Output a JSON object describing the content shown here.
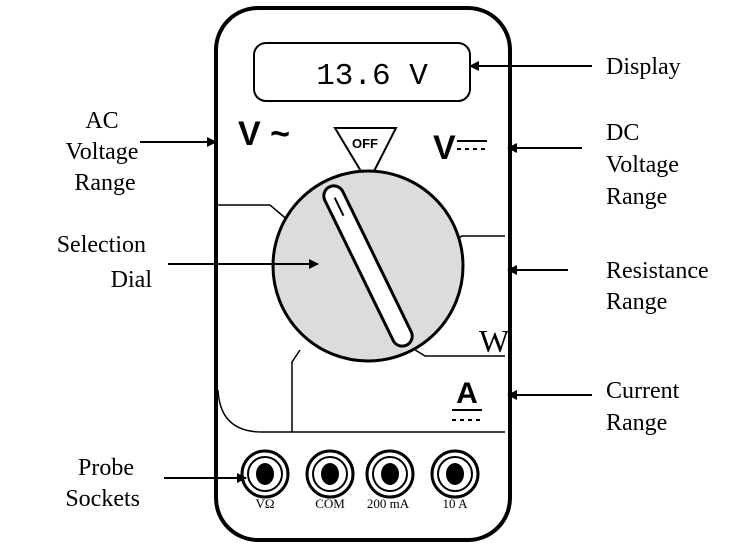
{
  "display": {
    "reading": "13.6 V"
  },
  "labels": {
    "display": "Display",
    "ac": [
      "AC",
      "Voltage",
      "Range"
    ],
    "dc": [
      "DC",
      "Voltage",
      "Range"
    ],
    "dial": [
      "Selection",
      "Dial"
    ],
    "resistance": [
      "Resistance",
      "Range"
    ],
    "current": [
      "Current",
      "Range"
    ],
    "probe": [
      "Probe",
      "Sockets"
    ]
  },
  "dial_marks": {
    "ac": "V ~",
    "off": "OFF",
    "dc": "V",
    "ohm": "W",
    "amp": "A"
  },
  "sockets": [
    "VΩ",
    "COM",
    "200 mA",
    "10 A"
  ]
}
